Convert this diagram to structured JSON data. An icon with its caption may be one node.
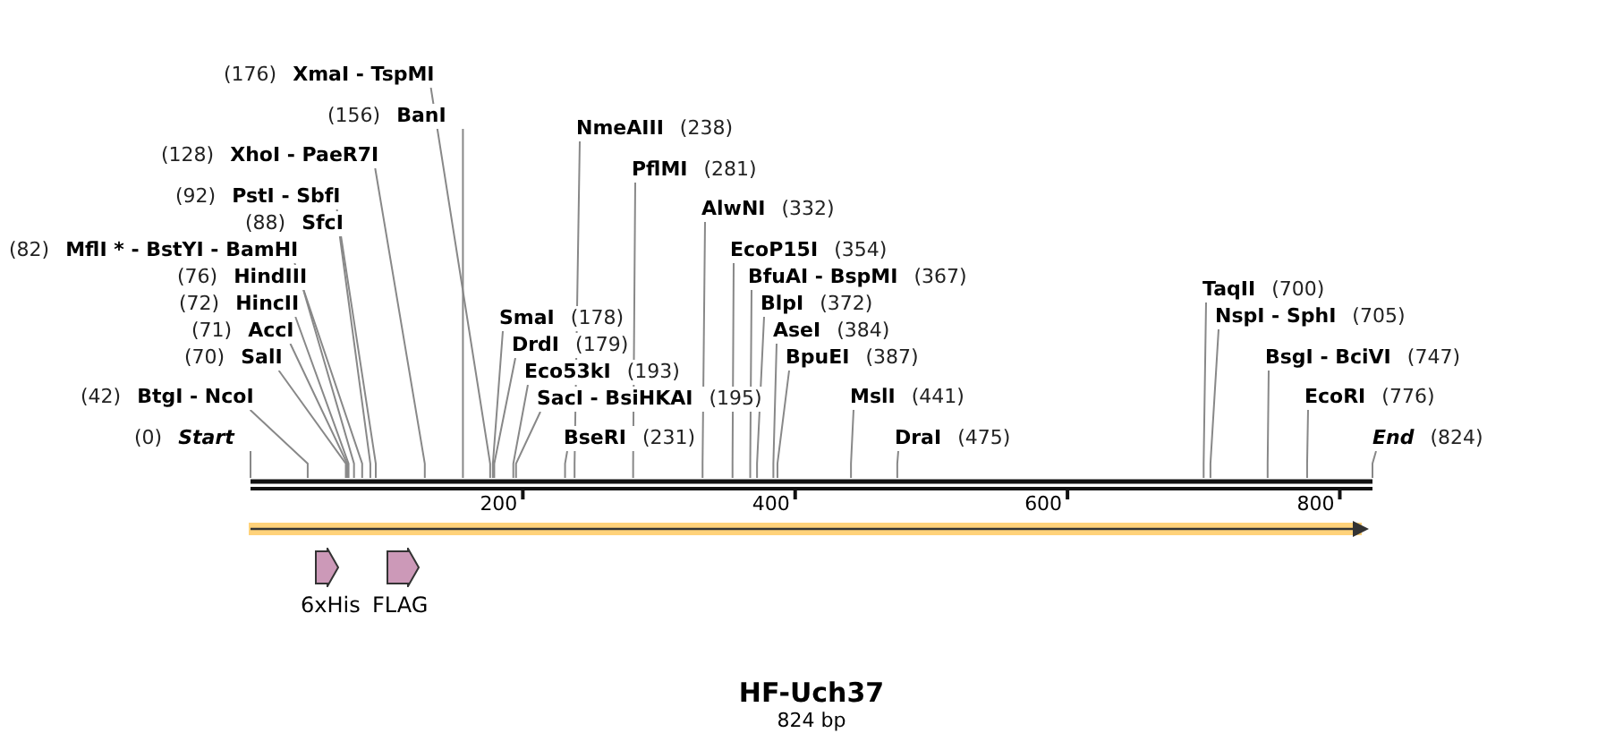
{
  "diagram": {
    "title": "HF-Uch37",
    "caption": "824 bp",
    "nodes": [
      {
        "text": [
          "(176)",
          "XmaI - TspMI"
        ]
      },
      {
        "text": [
          "(156)",
          "BanI"
        ]
      },
      {
        "text": [
          "(128)",
          "XhoI - PaeR7I"
        ]
      },
      {
        "text": [
          "(92)",
          "PstI - SbfI"
        ]
      },
      {
        "text": [
          "(88)",
          "SfcI"
        ]
      },
      {
        "text": [
          "(82)",
          "MflI * - BstYI - BamHI"
        ]
      },
      {
        "text": [
          "(76)",
          "HindIII"
        ]
      },
      {
        "text": [
          "(72)",
          "HincII"
        ]
      },
      {
        "text": [
          "(71)",
          "AccI"
        ]
      },
      {
        "text": [
          "(70)",
          "SalI"
        ]
      },
      {
        "text": [
          "(42)",
          "BtgI - NcoI"
        ]
      },
      {
        "text": [
          "(0)",
          "Start"
        ]
      },
      {
        "text": [
          "SmaI",
          "(178)"
        ]
      },
      {
        "text": [
          "DrdI",
          "(179)"
        ]
      },
      {
        "text": [
          "Eco53kI",
          "(193)"
        ]
      },
      {
        "text": [
          "SacI - BsiHKAI",
          "(195)"
        ]
      },
      {
        "text": [
          "BseRI",
          "(231)"
        ]
      },
      {
        "text": [
          "NmeAIII",
          "(238)"
        ]
      },
      {
        "text": [
          "PflMI",
          "(281)"
        ]
      },
      {
        "text": [
          "AlwNI",
          "(332)"
        ]
      },
      {
        "text": [
          "EcoP15I",
          "(354)"
        ]
      },
      {
        "text": [
          "BfuAI - BspMI",
          "(367)"
        ]
      },
      {
        "text": [
          "BlpI",
          "(372)"
        ]
      },
      {
        "text": [
          "AseI",
          "(384)"
        ]
      },
      {
        "text": [
          "BpuEI",
          "(387)"
        ]
      },
      {
        "text": [
          "MslI",
          "(441)"
        ]
      },
      {
        "text": [
          "DraI",
          "(475)"
        ]
      },
      {
        "text": [
          "TaqII",
          "(700)"
        ]
      },
      {
        "text": [
          "NspI - SphI",
          "(705)"
        ]
      },
      {
        "text": [
          "BsgI - BciVI",
          "(747)"
        ]
      },
      {
        "text": [
          "EcoRI",
          "(776)"
        ]
      },
      {
        "text": [
          "End",
          "(824)"
        ]
      },
      {
        "text": [
          "6xHis"
        ]
      },
      {
        "text": [
          "FLAG"
        ]
      }
    ],
    "edges": [
      {
        "from": 0,
        "to": null,
        "arrow": "none"
      },
      {
        "from": 1,
        "to": null,
        "arrow": "none"
      },
      {
        "from": 2,
        "to": null,
        "arrow": "none"
      },
      {
        "from": 3,
        "to": null,
        "arrow": "none"
      },
      {
        "from": 4,
        "to": null,
        "arrow": "none"
      },
      {
        "from": 5,
        "to": null,
        "arrow": "none"
      },
      {
        "from": 6,
        "to": null,
        "arrow": "none"
      },
      {
        "from": 7,
        "to": null,
        "arrow": "none"
      },
      {
        "from": 8,
        "to": null,
        "arrow": "none"
      },
      {
        "from": 9,
        "to": null,
        "arrow": "none"
      },
      {
        "from": 10,
        "to": null,
        "arrow": "none"
      },
      {
        "from": 11,
        "to": null,
        "arrow": "none"
      },
      {
        "from": 12,
        "to": null,
        "arrow": "none"
      },
      {
        "from": 13,
        "to": null,
        "arrow": "none"
      },
      {
        "from": 14,
        "to": null,
        "arrow": "none"
      },
      {
        "from": 15,
        "to": null,
        "arrow": "none"
      },
      {
        "from": 16,
        "to": null,
        "arrow": "none"
      },
      {
        "from": 17,
        "to": null,
        "arrow": "none"
      },
      {
        "from": 18,
        "to": null,
        "arrow": "none"
      },
      {
        "from": 19,
        "to": null,
        "arrow": "none"
      },
      {
        "from": 20,
        "to": null,
        "arrow": "none"
      },
      {
        "from": 21,
        "to": null,
        "arrow": "none"
      },
      {
        "from": 22,
        "to": null,
        "arrow": "none"
      },
      {
        "from": 23,
        "to": null,
        "arrow": "none"
      },
      {
        "from": 24,
        "to": null,
        "arrow": "none"
      },
      {
        "from": 25,
        "to": null,
        "arrow": "none"
      },
      {
        "from": 26,
        "to": null,
        "arrow": "none"
      },
      {
        "from": 27,
        "to": null,
        "arrow": "none"
      },
      {
        "from": 28,
        "to": null,
        "arrow": "none"
      },
      {
        "from": 29,
        "to": null,
        "arrow": "none"
      },
      {
        "from": 30,
        "to": null,
        "arrow": "none"
      },
      {
        "from": 31,
        "to": null,
        "arrow": "none"
      }
    ],
    "labels": [
      "200",
      "400",
      "600",
      "800"
    ]
  }
}
